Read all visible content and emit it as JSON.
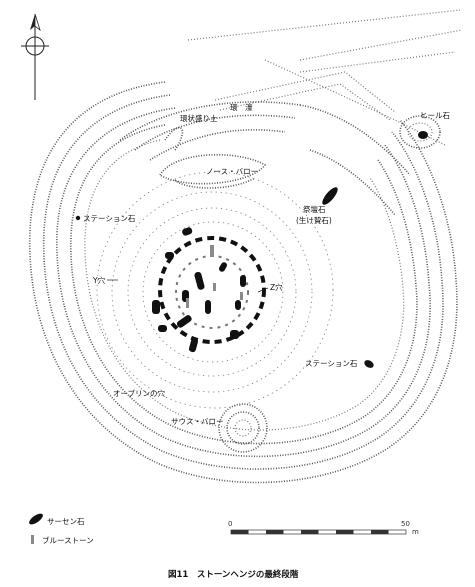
{
  "labels": {
    "ditch": "環　濠",
    "bank": "環状盛り土",
    "north_barrow": "ノース・バロー",
    "heel_stone": "ヒール石",
    "altar_stone_1": "祭壇石",
    "altar_stone_2": "(生け贄石)",
    "station_stone_w": "ステーション石",
    "station_stone_e": "ステーション石",
    "y_holes": "Y穴",
    "z_holes": "Z穴",
    "aubrey_holes": "オーブリンの穴",
    "south_barrow": "サウス・バロー"
  },
  "legend": {
    "sarsen": "サーセン石",
    "bluestone": "ブルーストーン"
  },
  "scale": {
    "start": "0",
    "end": "50",
    "unit": "m"
  },
  "caption": "図11　ストーンヘンジの最終段階",
  "icons": {
    "north_arrow": "north-arrow-icon"
  },
  "colors": {
    "sarsen": "#111111",
    "bluestone": "#8a8a8a",
    "earthwork": "#555555"
  }
}
